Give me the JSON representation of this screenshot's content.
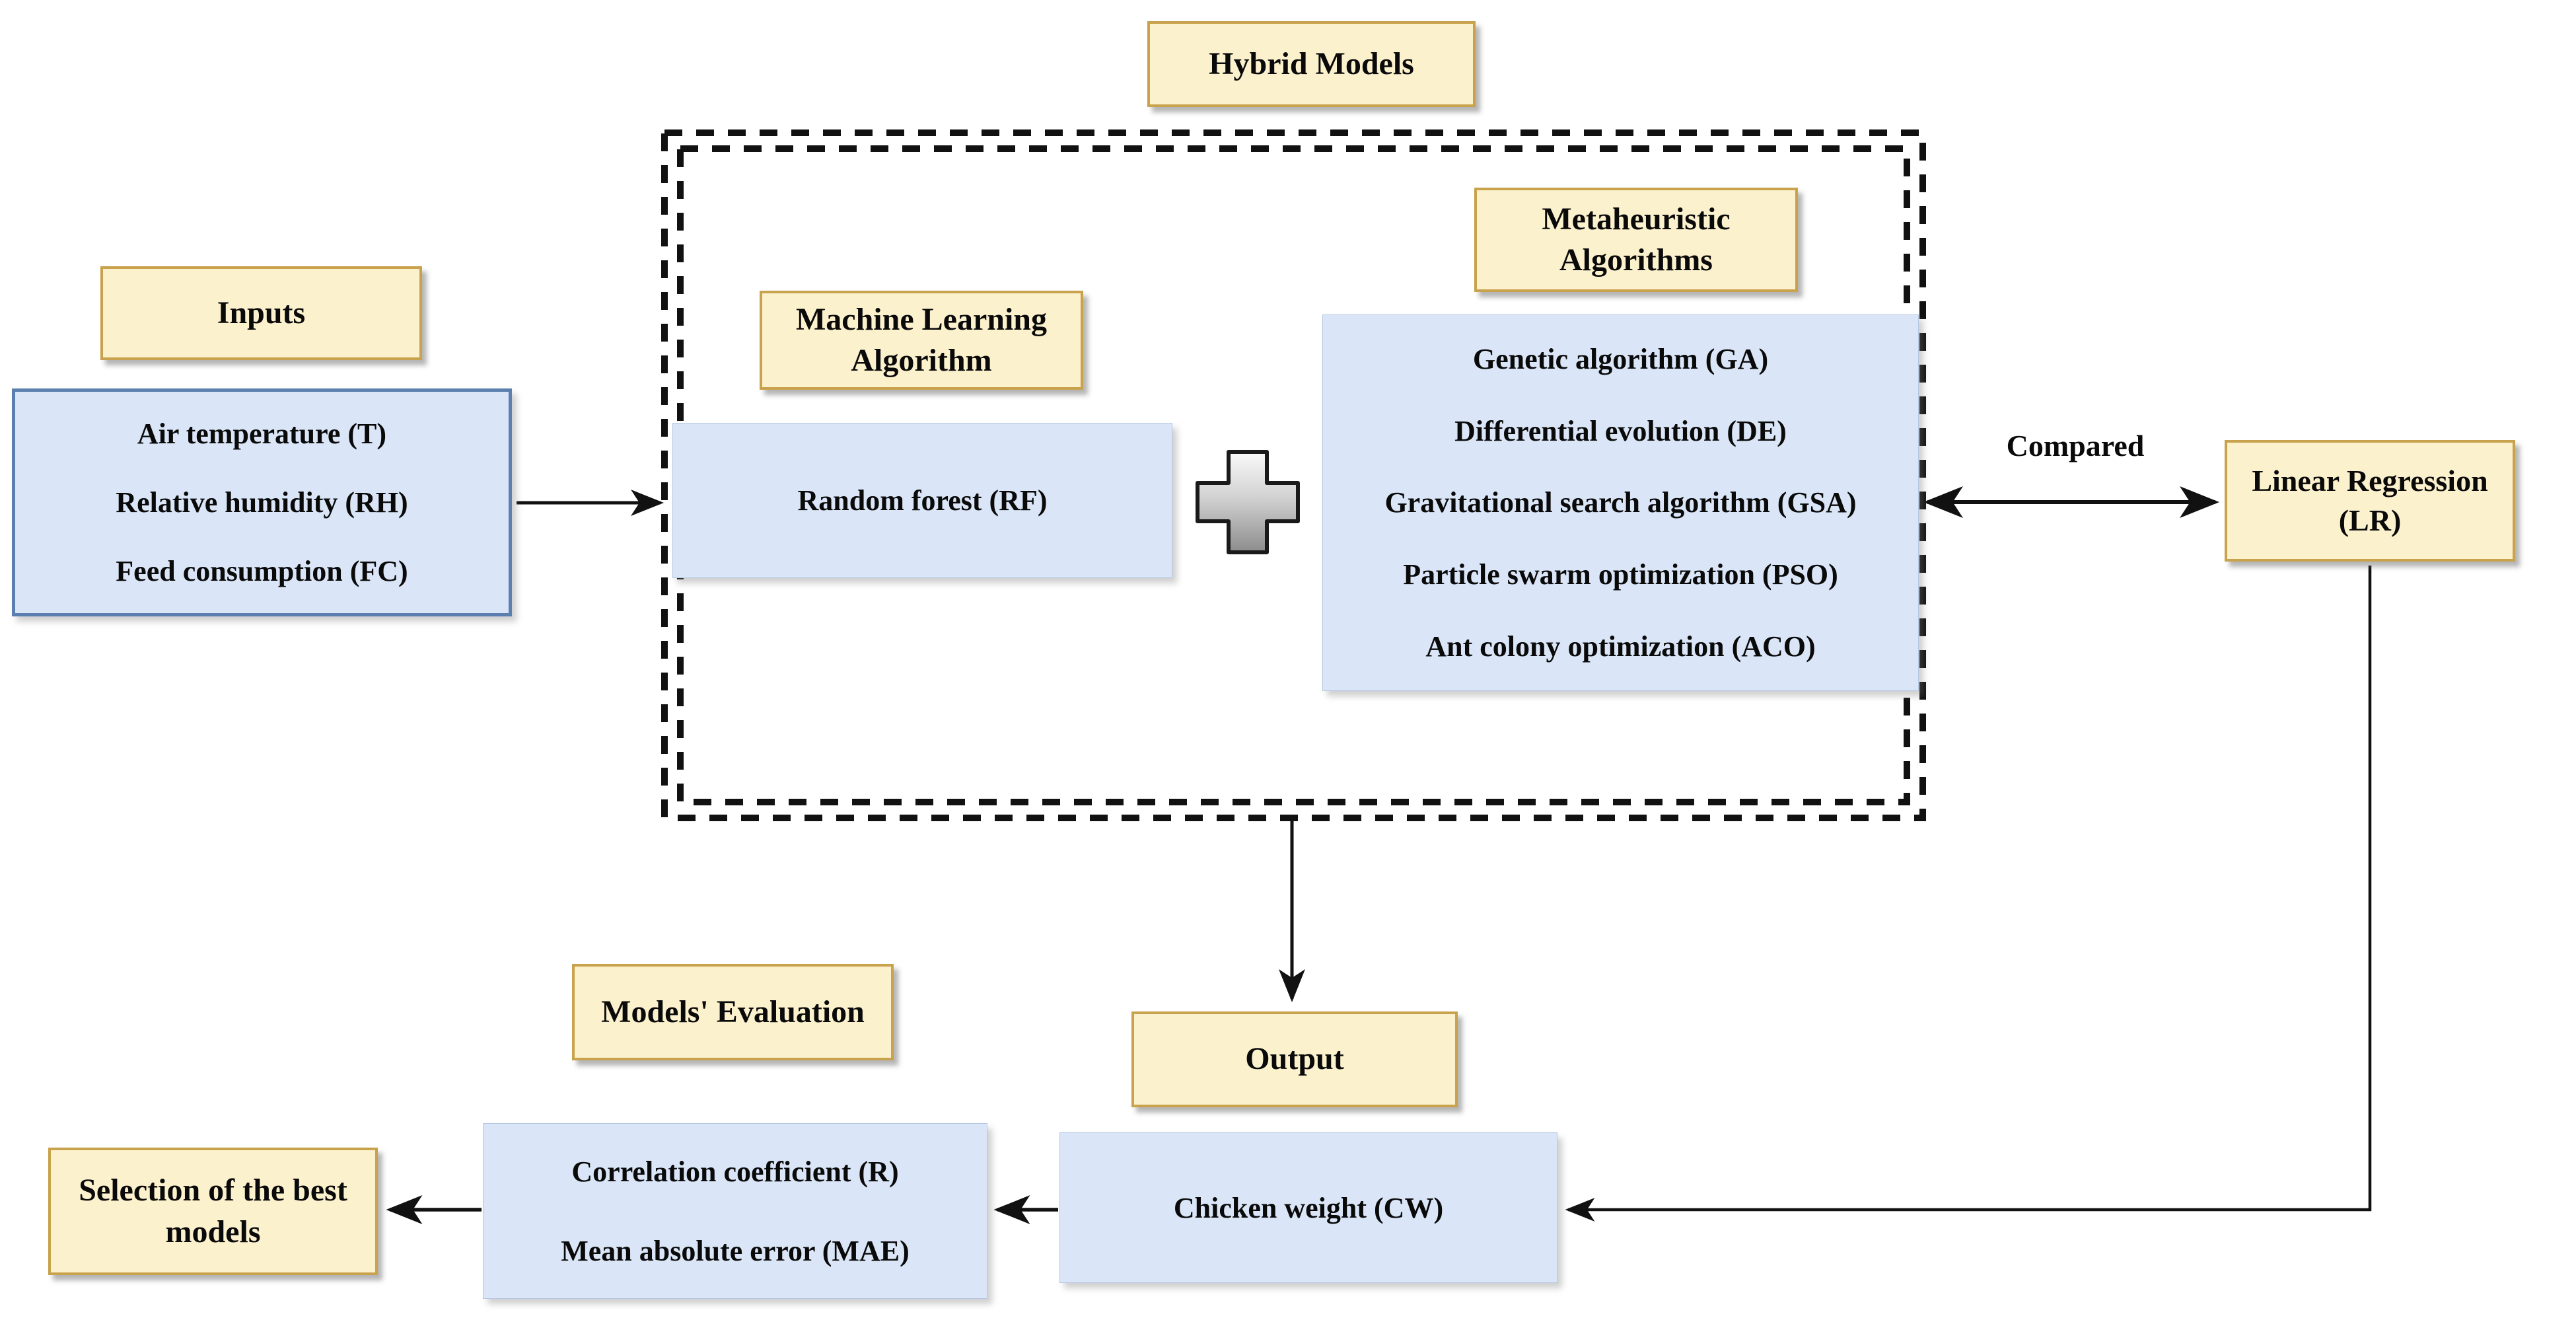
{
  "diagram": {
    "hybrid_group": {
      "title": "Hybrid Models"
    },
    "inputs": {
      "label": "Inputs",
      "items": [
        "Air temperature (T)",
        "Relative humidity (RH)",
        "Feed consumption (FC)"
      ]
    },
    "ml": {
      "label": "Machine Learning Algorithm",
      "algorithm": "Random forest (RF)"
    },
    "meta": {
      "label": "Metaheuristic Algorithms",
      "items": [
        "Genetic algorithm (GA)",
        "Differential evolution (DE)",
        "Gravitational search algorithm (GSA)",
        "Particle swarm optimization (PSO)",
        "Ant colony optimization (ACO)"
      ]
    },
    "comparison": {
      "label": "Compared",
      "model": "Linear Regression (LR)"
    },
    "output": {
      "label": "Output",
      "item": "Chicken weight (CW)"
    },
    "evaluation": {
      "label": "Models' Evaluation",
      "items": [
        "Correlation coefficient (R)",
        "Mean absolute error (MAE)"
      ]
    },
    "selection": {
      "label": "Selection of the best models"
    },
    "icons": {
      "plus": "plus-icon"
    },
    "colors": {
      "label_fill": "#fcf1cd",
      "label_border": "#c8a24c",
      "panel_fill": "#dae6f7",
      "panel_border": "#5b7fae",
      "connector": "#111111",
      "dashed_border": "#111111",
      "plus_gradient_top": "#fafafa",
      "plus_gradient_bottom": "#8c8c8c"
    }
  }
}
